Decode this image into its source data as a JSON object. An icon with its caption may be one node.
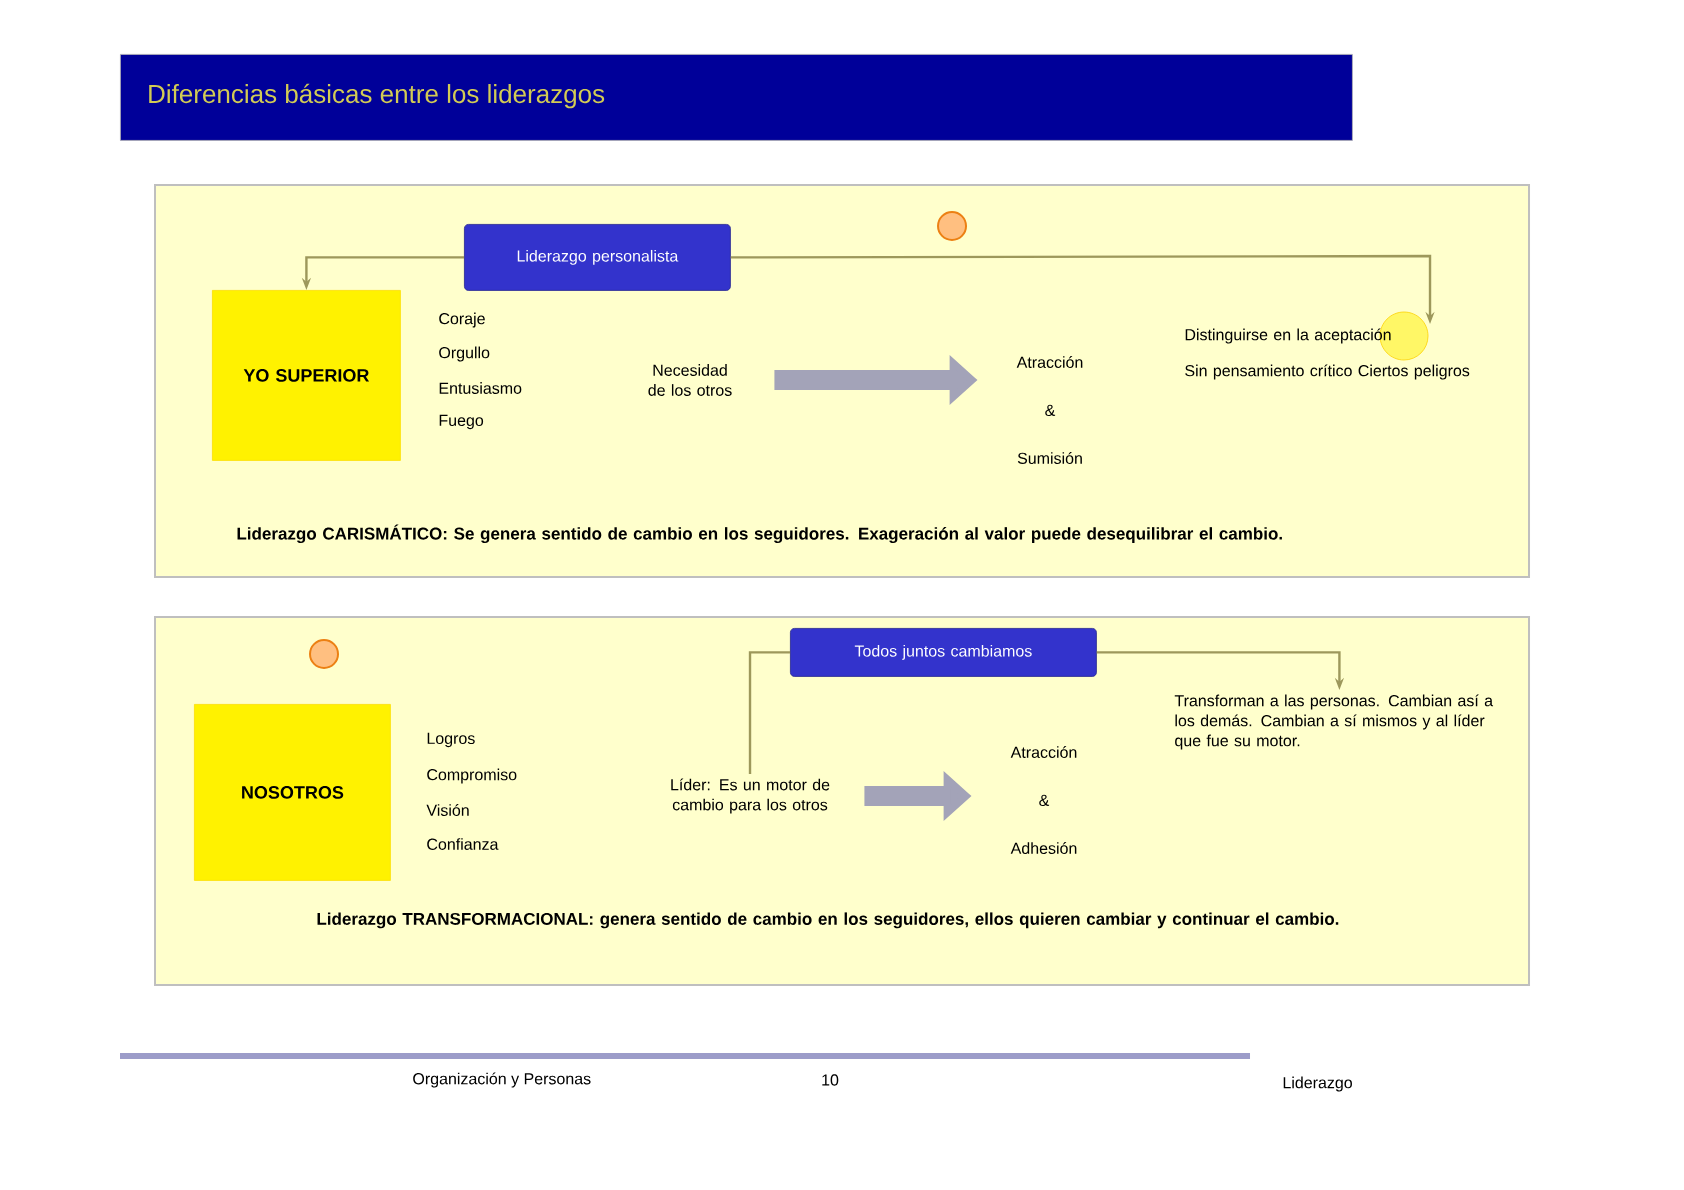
{
  "diagram": {
    "title": "Diferencias básicas entre los liderazgos",
    "nodes": [
      {
        "text": [
          "Liderazgo CARISMÁTICO: Se genera sentido de cambio en los seguidores. Exageración al valor puede desequilibrar el cambio."
        ]
      },
      {
        "text": [
          "YO SUPERIOR"
        ],
        "in": 0
      },
      {
        "text": [
          "Liderazgo personalista"
        ],
        "in": 0
      },
      {
        "text": [
          "Necesidad de los otros"
        ],
        "in": 0
      },
      {
        "text": [
          "Atracción",
          "&",
          "Sumisión"
        ],
        "in": 0
      },
      {
        "text": [
          "Distinguirse en la aceptación",
          "Sin pensamiento crítico Ciertos peligros"
        ],
        "in": 0
      },
      {
        "text": [
          "Liderazgo TRANSFORMACIONAL: genera sentido de cambio en los seguidores, ellos quieren cambiar y continuar el cambio."
        ]
      },
      {
        "text": [
          "NOSOTROS"
        ],
        "in": 6
      },
      {
        "text": [
          "Todos juntos cambiamos"
        ],
        "in": 6
      },
      {
        "text": [
          "Líder: Es un motor de cambio para los otros"
        ],
        "in": 6
      },
      {
        "text": [
          "Atracción",
          "&",
          "Adhesión"
        ],
        "in": 6
      },
      {
        "text": [
          "Transforman a las personas. Cambian así a los demás. Cambian a sí mismos y al líder que fue su motor."
        ],
        "in": 6
      }
    ],
    "edges": [
      {
        "from": 2,
        "to": 1,
        "arrow": "to"
      },
      {
        "from": 2,
        "to": 5,
        "arrow": "to"
      },
      {
        "from": 3,
        "to": 4,
        "arrow": "to",
        "style": "thick",
        "color": "#a3a3b8"
      },
      {
        "from": 8,
        "to": 9,
        "arrow": "none"
      },
      {
        "from": 8,
        "to": 11,
        "arrow": "to"
      },
      {
        "from": 9,
        "to": 10,
        "arrow": "to",
        "style": "thick",
        "color": "#a3a3b8"
      }
    ],
    "labels": [
      "Coraje",
      "Orgullo",
      "Entusiasmo",
      "Fuego",
      "Logros",
      "Compromiso",
      "Visión",
      "Confianza",
      "Organización y Personas",
      "10",
      "Liderazgo"
    ]
  }
}
